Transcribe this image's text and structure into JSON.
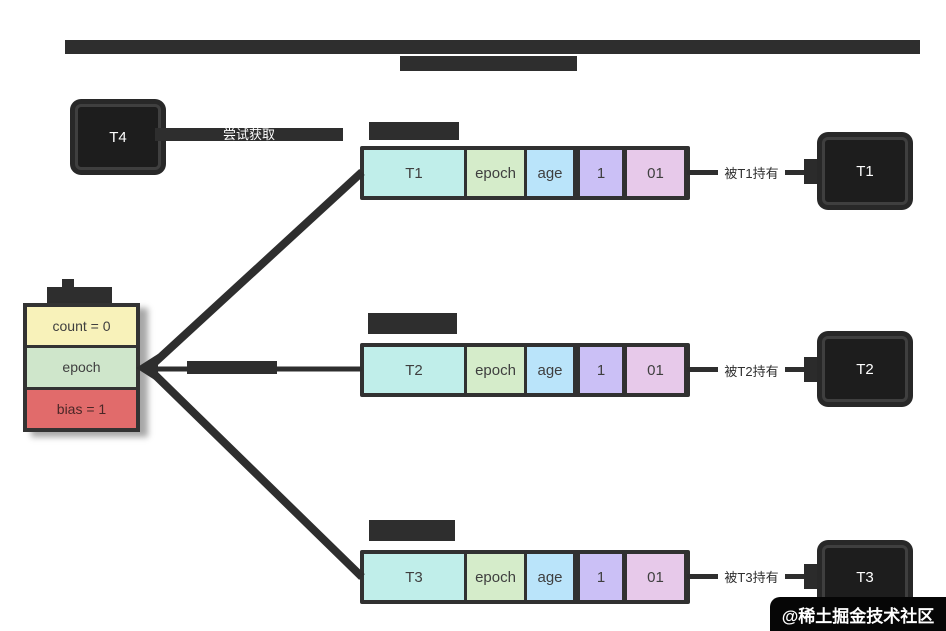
{
  "diagram": {
    "t4_box_label": "T4",
    "t4_arrow_label": "尝试获取",
    "left_box": {
      "cells": [
        {
          "text": "count = 0"
        },
        {
          "text": "epoch"
        },
        {
          "text": "bias = 1"
        }
      ]
    },
    "rows": [
      {
        "cells": [
          "T1",
          "epoch",
          "age",
          "1",
          "01"
        ],
        "holder_label": "被T1持有",
        "thread_box_label": "T1"
      },
      {
        "cells": [
          "T2",
          "epoch",
          "age",
          "1",
          "01"
        ],
        "holder_label": "被T2持有",
        "thread_box_label": "T2"
      },
      {
        "cells": [
          "T3",
          "epoch",
          "age",
          "1",
          "01"
        ],
        "holder_label": "被T3持有",
        "thread_box_label": "T3"
      }
    ],
    "watermark": "@稀土掘金技术社区",
    "colors": {
      "dark": "#2e2e2e",
      "thread_box": "#1d1d1d",
      "cell_cyan": "#c0eeea",
      "cell_green": "#d5ecca",
      "cell_blue": "#bae4fa",
      "cell_purple": "#cbc0f6",
      "cell_pink": "#e7c9ea",
      "cell_yellow": "#f8f2ba",
      "cell_light_green": "#cfe6cb",
      "cell_red": "#e16b6b"
    }
  }
}
